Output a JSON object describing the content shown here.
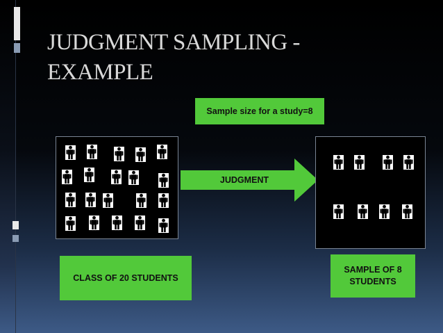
{
  "slide": {
    "title_line1": "JUDGMENT SAMPLING -",
    "title_line2": "EXAMPLE",
    "sample_size_label": "Sample size for a study=8",
    "arrow_label": "JUDGMENT",
    "class_label": "CLASS OF 20 STUDENTS",
    "sample_label": "SAMPLE OF 8 STUDENTS"
  },
  "icons": {
    "person": "person-icon"
  },
  "colors": {
    "accent_green": "#52c93a",
    "title_text": "#d9d9d9"
  }
}
